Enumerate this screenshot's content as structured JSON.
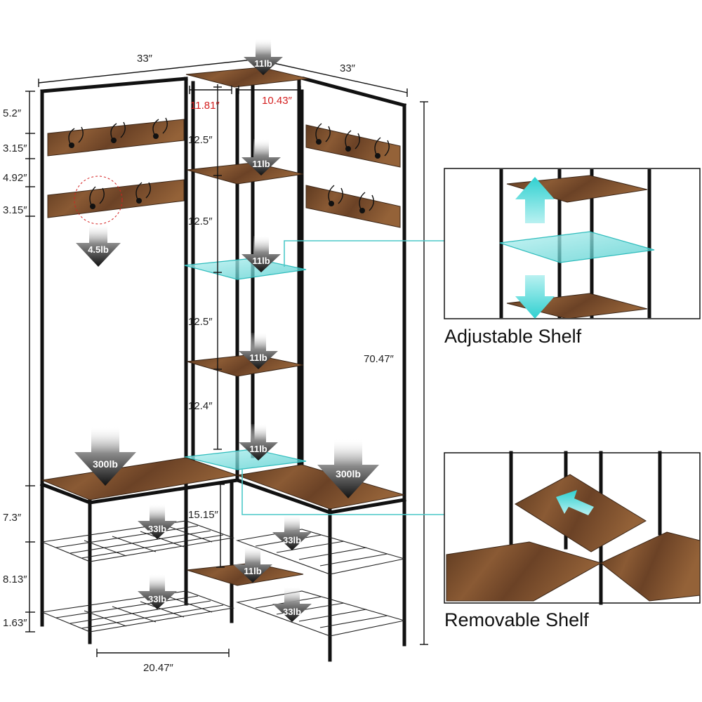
{
  "dimensions": {
    "top_width_left": "33″",
    "top_width_right": "33″",
    "shelf_depth_left": "11.81″",
    "shelf_depth_right": "10.43″",
    "left_heights": [
      "5.2″",
      "3.15″",
      "4.92″",
      "3.15″",
      "7.3″",
      "8.13″",
      "1.63″"
    ],
    "shelf_gaps": [
      "12.5″",
      "12.5″",
      "12.5″",
      "12.4″",
      "15.15″"
    ],
    "total_height": "70.47″",
    "base_width": "20.47″"
  },
  "weights": {
    "top_shelf": "11lb",
    "tower_shelves": [
      "11lb",
      "11lb",
      "11lb",
      "11lb"
    ],
    "lower_shelf": "11lb",
    "hook": "4.5lb",
    "bench_left": "300lb",
    "bench_right": "300lb",
    "mesh_upper_left": "33lb",
    "mesh_upper_right": "33lb",
    "mesh_lower_left": "33lb",
    "mesh_lower_right": "33lb"
  },
  "insets": {
    "adjustable_caption": "Adjustable Shelf",
    "removable_caption": "Removable Shelf"
  },
  "colors": {
    "wood": "#7a4e2e",
    "frame": "#111111",
    "highlight": "#3fc9c9",
    "callout_line": "#4cc9c9"
  },
  "icons": [
    "down-arrow-weight-icon",
    "up-down-arrow-icon",
    "slide-out-arrow-icon",
    "coat-hook-icon"
  ]
}
